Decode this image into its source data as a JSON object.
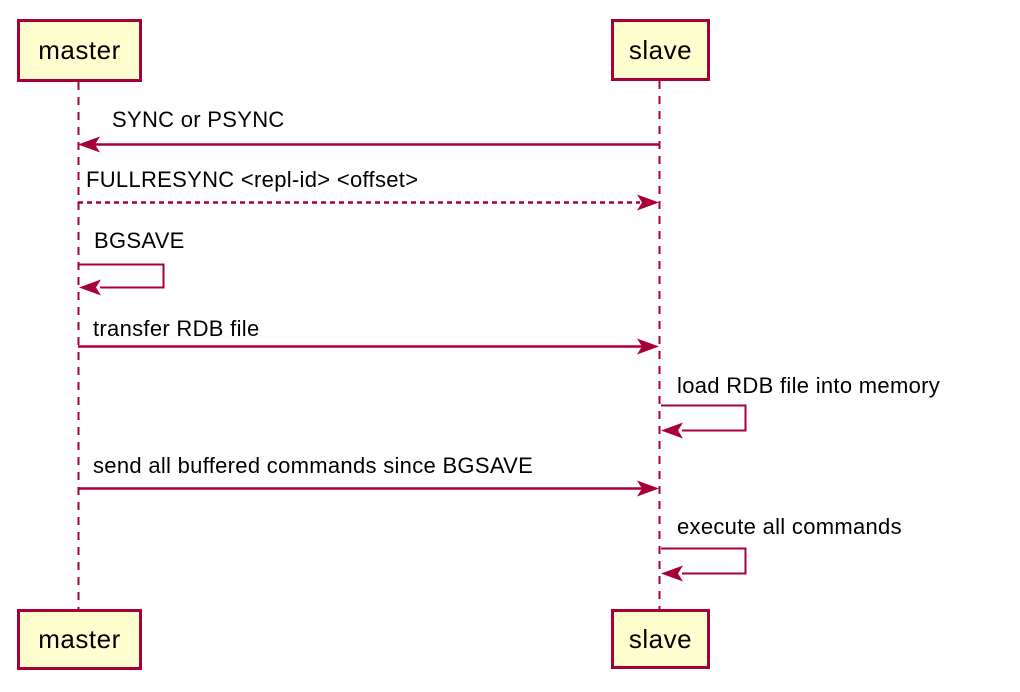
{
  "diagram": {
    "type": "sequence",
    "colors": {
      "line": "#A80036",
      "box_fill": "#FEFECE",
      "text": "#000000",
      "background": "#FFFFFF"
    },
    "participants": [
      {
        "name": "master"
      },
      {
        "name": "slave"
      }
    ],
    "messages": [
      {
        "from": "slave",
        "to": "master",
        "style": "solid",
        "label": "SYNC or PSYNC"
      },
      {
        "from": "master",
        "to": "slave",
        "style": "dotted",
        "label": "FULLRESYNC <repl-id> <offset>"
      },
      {
        "from": "master",
        "to": "master",
        "style": "self",
        "label": "BGSAVE"
      },
      {
        "from": "master",
        "to": "slave",
        "style": "solid",
        "label": "transfer RDB file"
      },
      {
        "from": "slave",
        "to": "slave",
        "style": "self",
        "label": "load RDB file into memory"
      },
      {
        "from": "master",
        "to": "slave",
        "style": "solid",
        "label": "send all buffered commands since BGSAVE"
      },
      {
        "from": "slave",
        "to": "slave",
        "style": "self",
        "label": "execute all commands"
      }
    ]
  }
}
